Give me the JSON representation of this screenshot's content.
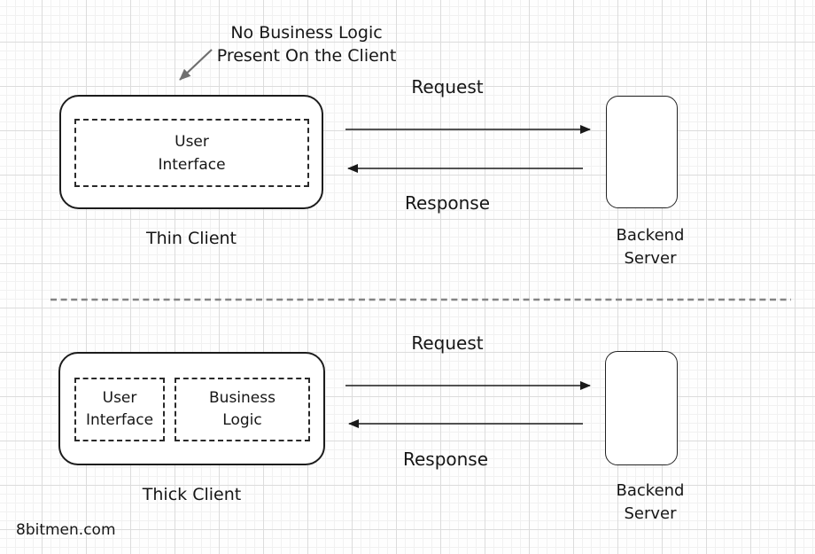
{
  "annotation": {
    "text": "No Business Logic\nPresent On the Client"
  },
  "thin_section": {
    "client_label": "Thin Client",
    "components": {
      "user_interface": "User\nInterface"
    },
    "request_label": "Request",
    "response_label": "Response",
    "server_label": "Backend\nServer"
  },
  "thick_section": {
    "client_label": "Thick Client",
    "components": {
      "user_interface": "User\nInterface",
      "business_logic": "Business\nLogic"
    },
    "request_label": "Request",
    "response_label": "Response",
    "server_label": "Backend\nServer"
  },
  "watermark": "8bitmen.com",
  "colors": {
    "ink": "#1a1a1a",
    "annotation_arrow": "#6f6f6f",
    "divider": "#848484",
    "grid_major": "#dcdcdc",
    "grid_minor": "#f1f1f1"
  }
}
